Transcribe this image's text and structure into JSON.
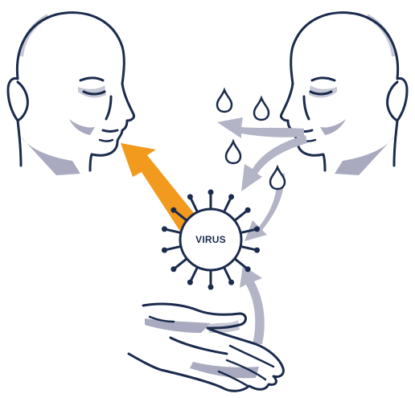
{
  "virus": {
    "label": "VIRUS"
  },
  "colors": {
    "outline": "#1b2b4d",
    "shade": "#a9aabf",
    "arrow_gray": "#b3b5c6",
    "arrow_orange": "#f29a1e",
    "background": "#ffffff"
  },
  "icons": [
    "head-left",
    "head-right",
    "hand",
    "water-drop",
    "virus"
  ]
}
